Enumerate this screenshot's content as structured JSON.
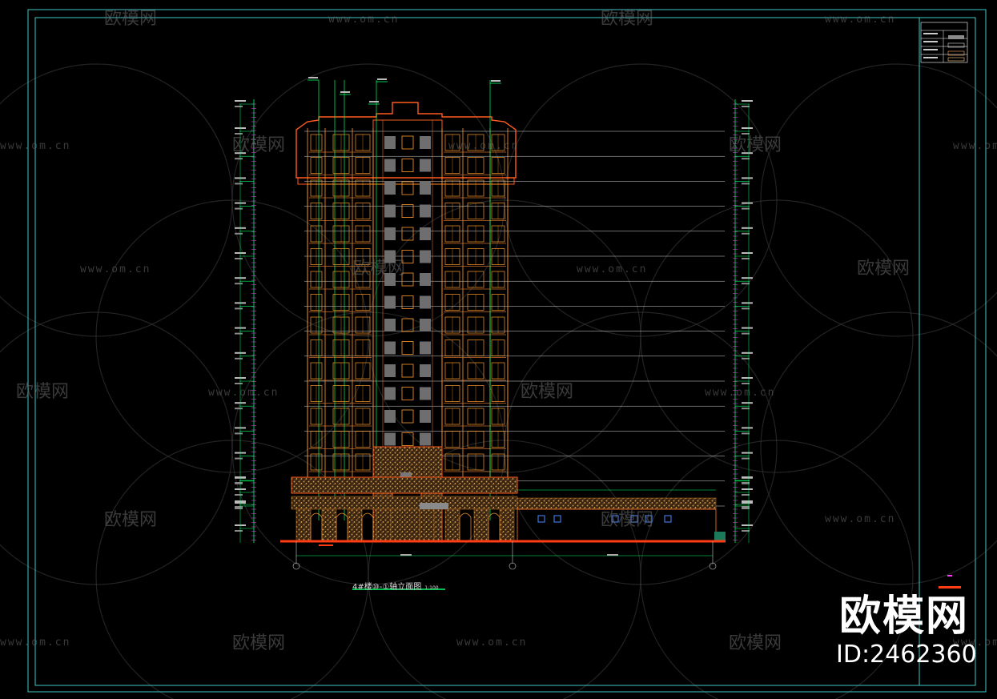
{
  "drawing": {
    "title": "4#楼⑩-①轴立面图",
    "scale": "1:100"
  },
  "watermark": {
    "brand_text": "欧模网",
    "url_text": "www.om.cn",
    "big_brand": "欧模网",
    "asset_id": "ID:2462360"
  },
  "colors": {
    "background": "#000000",
    "frame": "#3fc8c8",
    "grid": "#ffffff",
    "facade_outline": "#ff5a1e",
    "window": "#ff9a28",
    "stone": "#c8963c",
    "dimension": "#00ff64",
    "level_marker": "#ff3cff",
    "ground": "#ff3c14"
  }
}
